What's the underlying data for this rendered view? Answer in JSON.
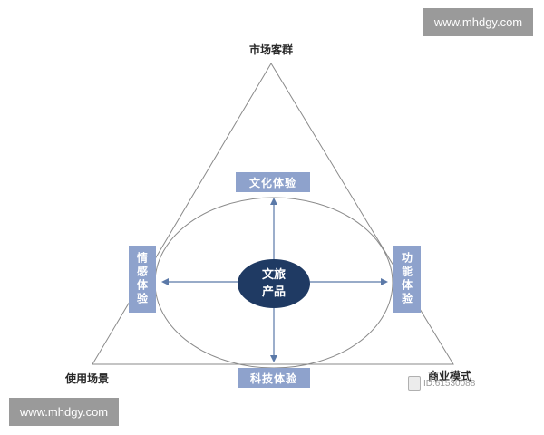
{
  "watermark": {
    "text": "www.mhdgy.com"
  },
  "corners": {
    "top": "市场客群",
    "bottom_left": "使用场景",
    "bottom_right": "商业模式"
  },
  "experiences": {
    "top": "文化体验",
    "bottom": "科技体验",
    "left": "情感体验",
    "right": "功能体验"
  },
  "core": {
    "line1": "文旅",
    "line2": "产品"
  },
  "image_stamp": {
    "id_text": "ID:61530088"
  },
  "colors": {
    "box_fill": "#8ea2cc",
    "core_fill": "#1f3a63",
    "arrow": "#5b79a8",
    "outline": "#8a8a8a"
  }
}
